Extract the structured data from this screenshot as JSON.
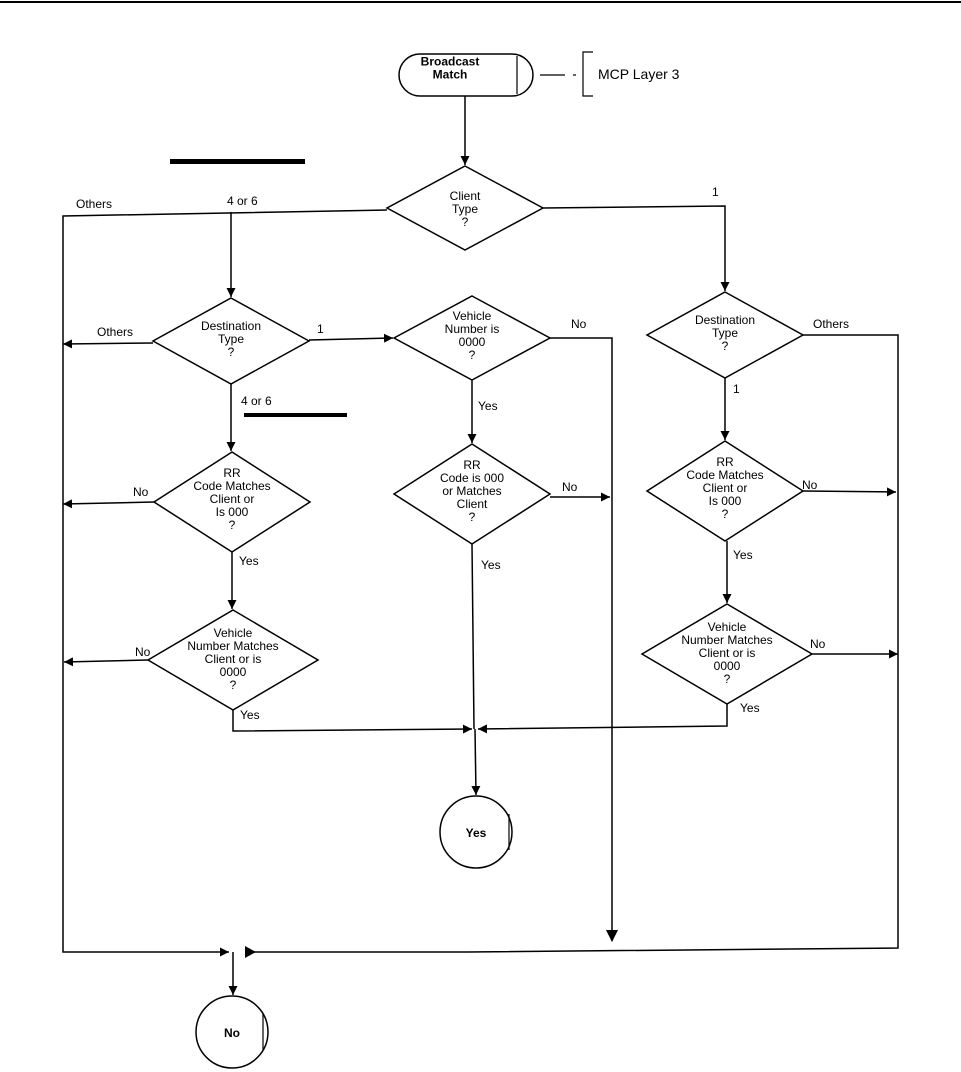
{
  "nodes": {
    "start": "Broadcast\nMatch",
    "layer": "MCP Layer 3",
    "client_type": "Client\nType\n?",
    "dest_type_left": "Destination\nType\n?",
    "veh_num_0000": "Vehicle\nNumber is\n0000\n?",
    "dest_type_right": "Destination\nType\n?",
    "rr_left": "RR\nCode Matches\nClient or\nIs 000\n?",
    "rr_mid": "RR\nCode is 000\nor Matches\nClient\n?",
    "rr_right": "RR\nCode Matches\nClient or\nIs 000\n?",
    "veh_left": "Vehicle\nNumber Matches\nClient or is\n0000\n?",
    "veh_right": "Vehicle\nNumber Matches\nClient or is\n0000\n?",
    "end_yes": "Yes",
    "end_no": "No"
  },
  "edge_labels": {
    "client_others": "Others",
    "client_4or6": "4 or 6",
    "client_1": "1",
    "dl_others": "Others",
    "dl_1": "1",
    "dl_4or6": "4 or 6",
    "vn_no": "No",
    "vn_yes": "Yes",
    "dr_others": "Others",
    "dr_1": "1",
    "rrl_no": "No",
    "rrl_yes": "Yes",
    "rrm_no": "No",
    "rrm_yes": "Yes",
    "rrr_no": "No",
    "rrr_yes": "Yes",
    "vl_no": "No",
    "vl_yes": "Yes",
    "vr_no": "No",
    "vr_yes": "Yes"
  }
}
